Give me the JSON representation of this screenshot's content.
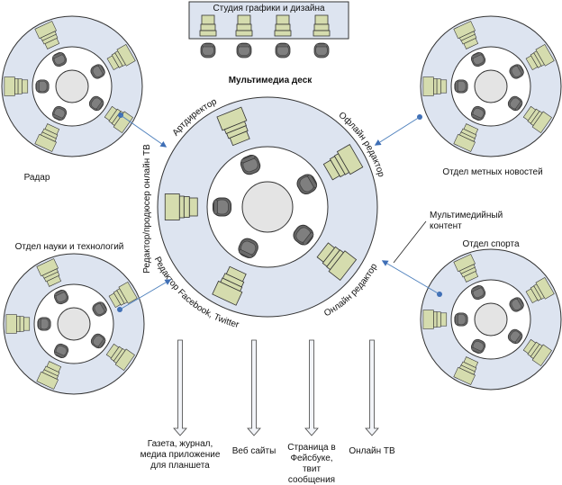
{
  "studio": {
    "title": "Студия графики и дизайна"
  },
  "central": {
    "title": "Мультимедиа деск",
    "roles": {
      "art_director": "Артдиректор",
      "offline_editor": "Офлайн редактор",
      "online_editor": "Онлайн редактор",
      "facebook_editor": "Редактор Facebook, Twitter",
      "tv_producer": "Редактор/продюсер онлайн ТВ"
    }
  },
  "departments": {
    "radar": "Радар",
    "metro_news": "Отдел метных новостей",
    "science": "Отдел науки и технологий",
    "sports": "Отдел спорта"
  },
  "annotation": {
    "line1": "Мультимедийный",
    "line2": "контент"
  },
  "outputs": [
    {
      "lines": [
        "Газета, журнал,",
        "медиа приложение",
        "для планшета"
      ]
    },
    {
      "lines": [
        "Веб сайты"
      ]
    },
    {
      "lines": [
        "Страница в",
        "Фейсбуке,",
        "твит",
        "сообщения"
      ]
    },
    {
      "lines": [
        "Онлайн ТВ"
      ]
    }
  ],
  "colors": {
    "ring": "#dde4f0",
    "desk": "#d5dcae",
    "chair": "#7f7f7f",
    "arrow": "#4f81bd"
  }
}
